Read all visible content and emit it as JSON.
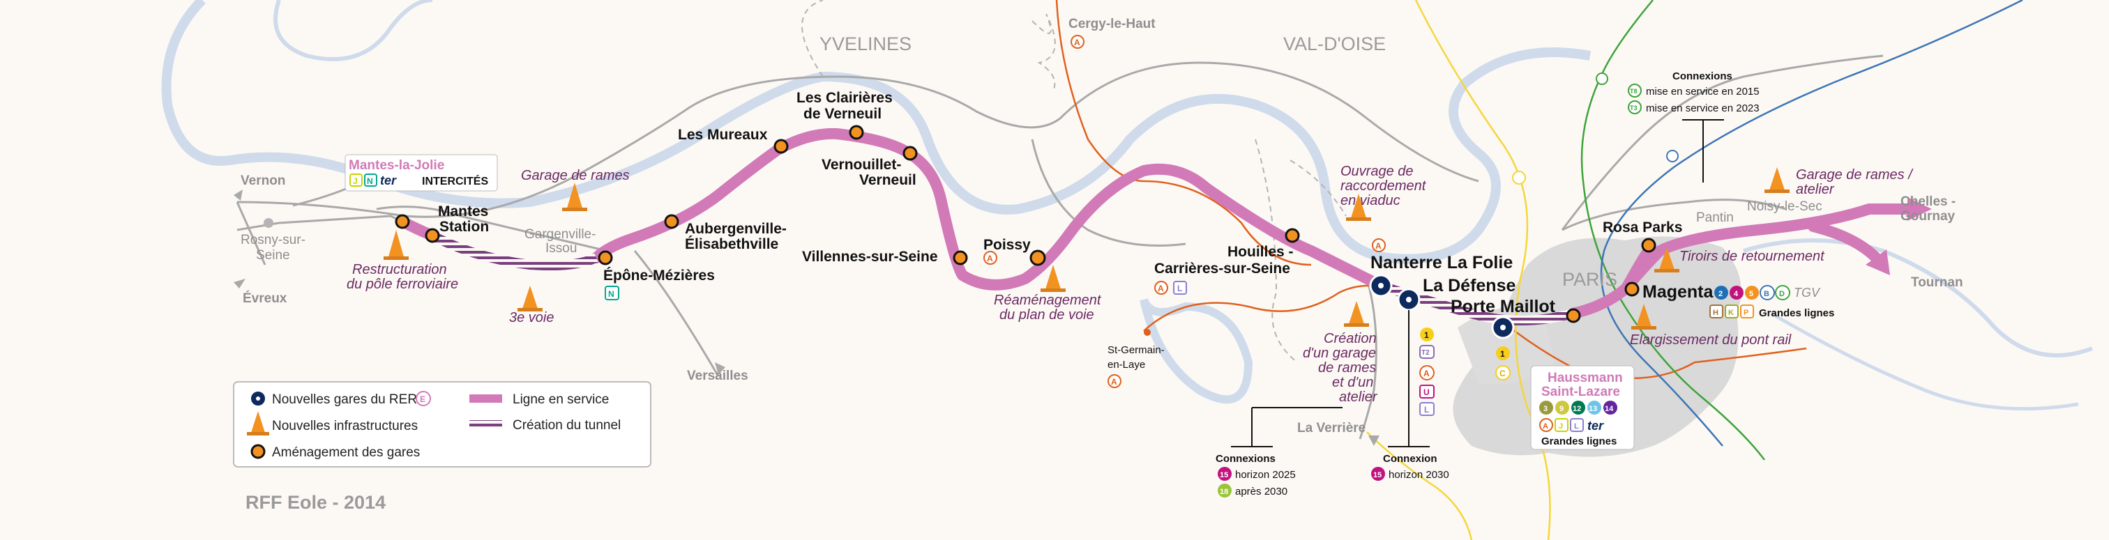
{
  "regions": {
    "yvelines": "YVELINES",
    "val_d_oise": "VAL-D'OISE",
    "paris": "PARIS"
  },
  "colors": {
    "rer_e": "#d17ab7",
    "tunnel": "#7a3f7f",
    "water": "#cfd9e8",
    "orange": "#f29221",
    "dark_blue": "#0d2a5e",
    "line_13": "#e1601d",
    "line_a": "#e1601d"
  },
  "places": {
    "vernon": "Vernon",
    "rosny": "Rosny-sur-",
    "rosny2": "Seine",
    "evreux": "Évreux",
    "gargenville": "Gargenville-",
    "gargenville2": "Issou",
    "versailles": "Versailles",
    "cergy": "Cergy-le-Haut",
    "st_germain": "St-Germain-",
    "st_germain2": "en-Laye",
    "la_verriere": "La Verrière",
    "tournan": "Tournan",
    "chelles": "Chelles -",
    "chelles2": "Gournay",
    "noisy": "Noisy-le-Sec",
    "pantin": "Pantin"
  },
  "stations": {
    "mantes_la_jolie": "Mantes-la-Jolie",
    "intercites": "INTERCITÉS",
    "mantes_station": "Mantes",
    "mantes_station2": "Station",
    "epone": "Épône-Mézières",
    "aubergenville": "Aubergenville-",
    "aubergenville2": "Élisabethville",
    "les_mureaux": "Les Mureaux",
    "clairieres": "Les Clairières",
    "clairieres2": "de Verneuil",
    "vernouillet": "Vernouillet-",
    "vernouillet2": "Verneuil",
    "villennes": "Villennes-sur-Seine",
    "poissy": "Poissy",
    "houilles": "Houilles -",
    "houilles2": "Carrières-sur-Seine",
    "nanterre": "Nanterre La Folie",
    "la_defense": "La Défense",
    "porte_maillot": "Porte Maillot",
    "haussmann": "Haussmann",
    "haussmann2": "Saint-Lazare",
    "grandes_lignes": "Grandes lignes",
    "magenta": "Magenta",
    "grandes_lignes2": "Grandes lignes",
    "rosa_parks": "Rosa Parks"
  },
  "notes": {
    "garage_rames": "Garage de rames",
    "restructuration": "Restructuration",
    "restructuration2": "du pôle ferroviaire",
    "voie3": "3e voie",
    "reamenagement": "Réaménagement",
    "reamenagement2": "du plan de voie",
    "ouvrage": "Ouvrage de",
    "ouvrage2": "raccordement",
    "ouvrage3": "en viaduc",
    "creation": "Création",
    "creation2": "d'un garage",
    "creation3": "de rames",
    "creation4": "et d'un",
    "creation5": "atelier",
    "tiroirs": "Tiroirs de retournement",
    "garage_atelier": "Garage de rames /",
    "garage_atelier2": "atelier",
    "elargissement": "Elargissement du pont rail"
  },
  "connexions": {
    "top_title": "Connexions",
    "top_t8": "mise en service en 2015",
    "top_t3": "mise en service en 2023",
    "bottom1_title": "Connexions",
    "bottom1_15": "horizon 2025",
    "bottom1_18": "après 2030",
    "bottom2_title": "Connexion",
    "bottom2_15": "horizon 2030"
  },
  "legend": {
    "nouvelles_gares": "Nouvelles gares du RER",
    "nouvelles_infra": "Nouvelles infrastructures",
    "amenagement": "Aménagement des gares",
    "ligne_service": "Ligne en service",
    "creation_tunnel": "Création du tunnel"
  },
  "credit": "RFF Eole - 2014"
}
